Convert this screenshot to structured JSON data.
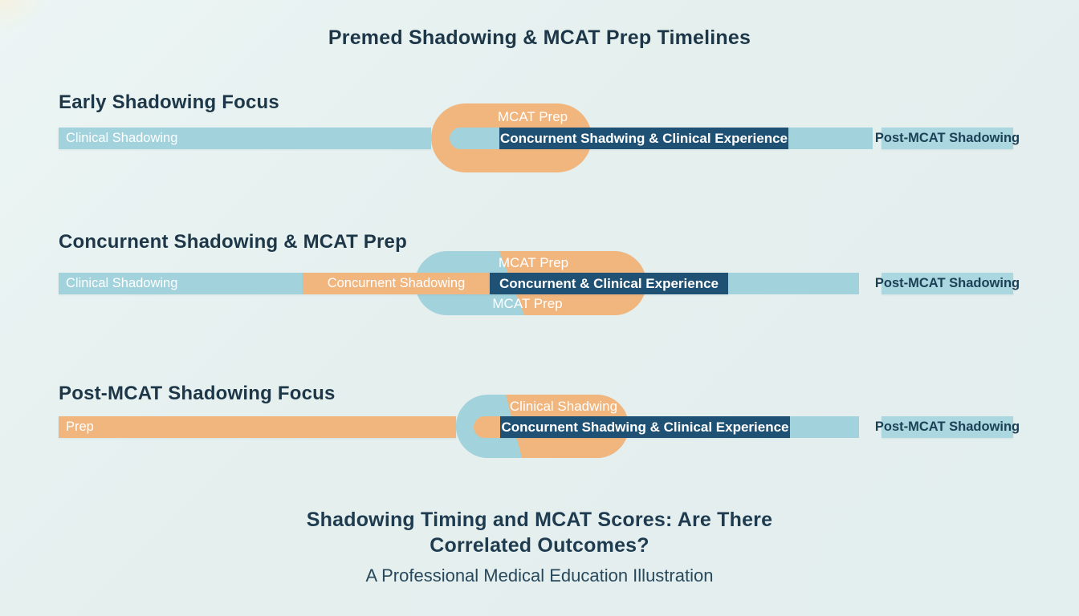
{
  "page": {
    "title": "Premed Shadowing & MCAT Prep Timelines",
    "footer_title_line1": "Shadowing Timing and MCAT Scores: Are There",
    "footer_title_line2": "Correlated Outcomes?",
    "footer_subtitle": "A Professional Medical Education Illustration"
  },
  "colors": {
    "background": "#e4efee",
    "light_blue_bar": "#a2d2dc",
    "orange": "#f1b57e",
    "navy_bar": "#1f5174",
    "heading_text": "#1d3748",
    "post_box_bg": "#abd7e0",
    "post_box_text": "#1c4055"
  },
  "timelines": [
    {
      "heading": "Early Shadowing Focus",
      "clinical": "Clinical Shadowing",
      "mcat_prep": "MCAT Prep",
      "concurrent": "Concurnent Shadwing & Clinical Experience",
      "post": "Post-MCAT Shadowing"
    },
    {
      "heading": "Concurnent Shadowing & MCAT Prep",
      "clinical": "Clinical Shadowing",
      "concurrent_shadowing": "Concurnent Shadowing",
      "mcat_prep_top": "MCAT Prep",
      "mcat_prep_bottom": "MCAT Prep",
      "concurrent": "Concurnent & Clinical Experience",
      "post": "Post-MCAT Shadowing"
    },
    {
      "heading": "Post-MCAT Shadowing Focus",
      "prep": "Prep",
      "clinical_top": "Clinical Shadwing",
      "concurrent": "Concurnent Shadwing & Clinical Experience",
      "post": "Post-MCAT Shadowing"
    }
  ]
}
